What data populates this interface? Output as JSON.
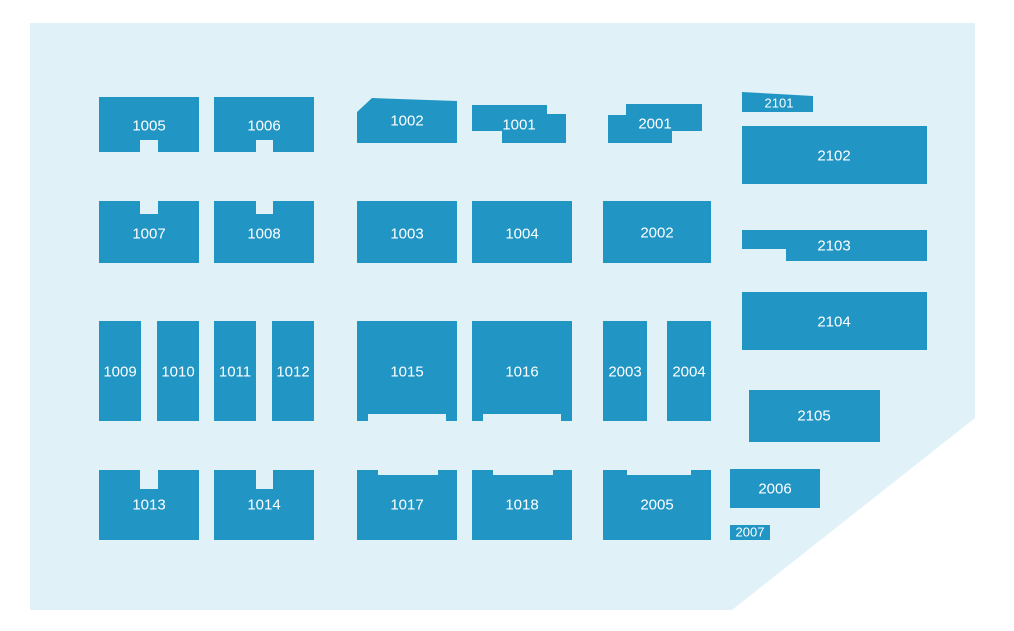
{
  "colors": {
    "background": "#e0f1f8",
    "booth": "#2196c4",
    "label": "#ffffff"
  },
  "booths": [
    {
      "id": "1005",
      "label": "1005"
    },
    {
      "id": "1006",
      "label": "1006"
    },
    {
      "id": "1002",
      "label": "1002"
    },
    {
      "id": "1001",
      "label": "1001"
    },
    {
      "id": "2001",
      "label": "2001"
    },
    {
      "id": "2101",
      "label": "2101"
    },
    {
      "id": "2102",
      "label": "2102"
    },
    {
      "id": "1007",
      "label": "1007"
    },
    {
      "id": "1008",
      "label": "1008"
    },
    {
      "id": "1003",
      "label": "1003"
    },
    {
      "id": "1004",
      "label": "1004"
    },
    {
      "id": "2002",
      "label": "2002"
    },
    {
      "id": "2103",
      "label": "2103"
    },
    {
      "id": "2104",
      "label": "2104"
    },
    {
      "id": "1009",
      "label": "1009"
    },
    {
      "id": "1010",
      "label": "1010"
    },
    {
      "id": "1011",
      "label": "1011"
    },
    {
      "id": "1012",
      "label": "1012"
    },
    {
      "id": "1015",
      "label": "1015"
    },
    {
      "id": "1016",
      "label": "1016"
    },
    {
      "id": "2003",
      "label": "2003"
    },
    {
      "id": "2004",
      "label": "2004"
    },
    {
      "id": "2105",
      "label": "2105"
    },
    {
      "id": "1013",
      "label": "1013"
    },
    {
      "id": "1014",
      "label": "1014"
    },
    {
      "id": "1017",
      "label": "1017"
    },
    {
      "id": "1018",
      "label": "1018"
    },
    {
      "id": "2005",
      "label": "2005"
    },
    {
      "id": "2006",
      "label": "2006"
    },
    {
      "id": "2007",
      "label": "2007"
    }
  ]
}
